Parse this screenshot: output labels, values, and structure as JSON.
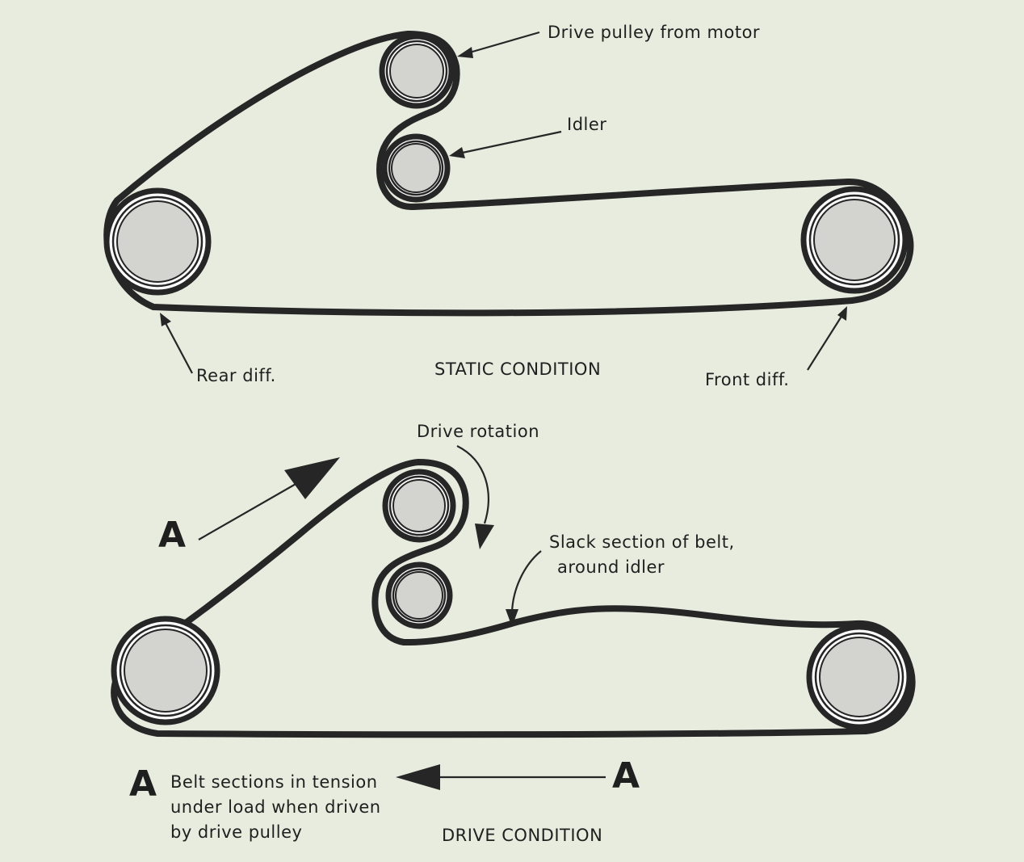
{
  "colors": {
    "paper": "#e7ecdf",
    "ink": "#262626",
    "pulley_fill": "#d3d3cf"
  },
  "static": {
    "label_drive_pulley": "Drive pulley from motor",
    "label_idler": "Idler",
    "label_rear_diff": "Rear diff.",
    "label_front_diff": "Front diff.",
    "caption": "STATIC CONDITION"
  },
  "drive": {
    "label_drive_rotation": "Drive rotation",
    "label_slack_line1": "Slack section of belt,",
    "label_slack_line2": "around idler",
    "marker_a": "A",
    "legend_a": "A",
    "legend_line1": "Belt sections in tension",
    "legend_line2": "under load when driven",
    "legend_line3": "by drive pulley",
    "caption": "DRIVE CONDITION"
  }
}
